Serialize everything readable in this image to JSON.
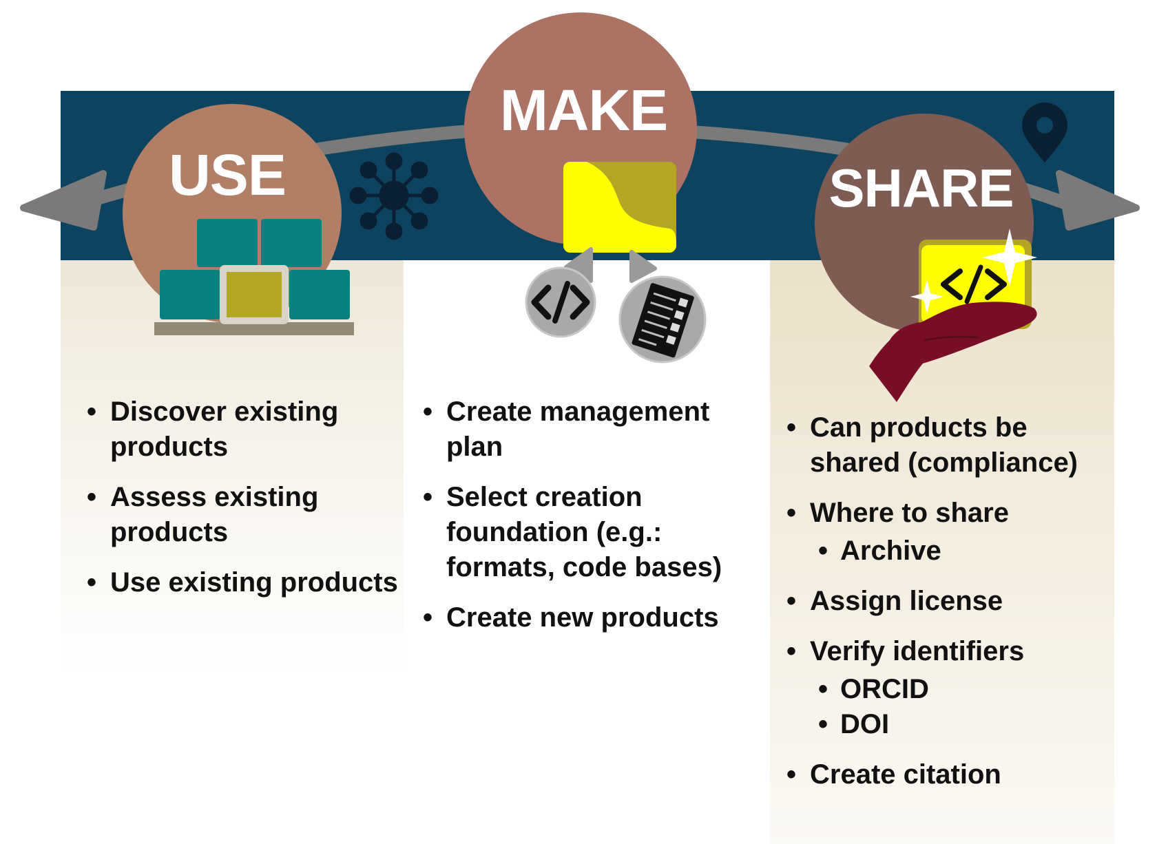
{
  "stages": {
    "use": {
      "title": "USE",
      "items": [
        "Discover existing products",
        "Assess existing products",
        "Use existing products"
      ]
    },
    "make": {
      "title": "MAKE",
      "items": [
        "Create management plan",
        "Select creation foundation (e.g.: formats, code bases)",
        "Create new products"
      ]
    },
    "share": {
      "title": "SHARE",
      "items": [
        {
          "label": "Can products be shared (compliance)"
        },
        {
          "label": "Where to share",
          "sub": [
            "Archive"
          ]
        },
        {
          "label": "Assign license"
        },
        {
          "label": "Verify identifiers",
          "sub": [
            "ORCID",
            "DOI"
          ]
        },
        {
          "label": "Create citation"
        }
      ]
    }
  },
  "icons": {
    "band": [
      "double-arrow-icon",
      "network-hub-icon",
      "location-pin-icon"
    ],
    "use": [
      "stacked-blocks-icon"
    ],
    "make": [
      "document-icon",
      "code-bubble-icon",
      "checklist-bubble-icon"
    ],
    "share": [
      "code-card-icon",
      "sparkle-icon",
      "open-hand-icon"
    ]
  },
  "colors": {
    "band": "#0e4360",
    "use_circle": "#b07f66",
    "make_circle": "#ac7264",
    "share_circle": "#7e5c54",
    "arrow": "#7a7a7a",
    "teal_block": "#0a8180",
    "olive": "#b3a624",
    "yellow": "#ffff00",
    "hand": "#7a0d26"
  }
}
